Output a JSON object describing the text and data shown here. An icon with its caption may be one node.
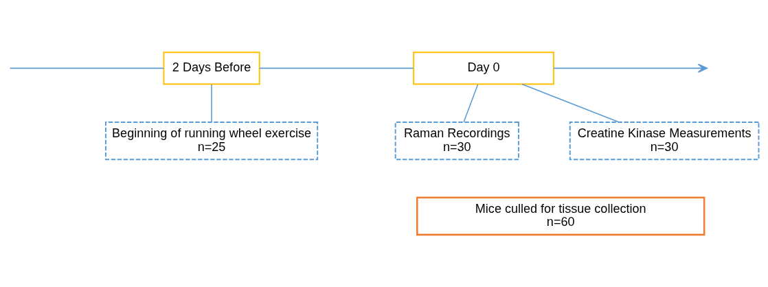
{
  "diagram": {
    "nodes": [
      {
        "text": [
          "2 Days Before"
        ]
      },
      {
        "text": [
          "Day 0"
        ]
      },
      {
        "text": [
          "Beginning of running wheel exercise",
          "n=25"
        ]
      },
      {
        "text": [
          "Raman Recordings",
          "n=30"
        ]
      },
      {
        "text": [
          "Creatine Kinase Measurements",
          "n=30"
        ]
      },
      {
        "text": [
          "Mice culled for tissue collection",
          "n=60"
        ]
      }
    ],
    "edges": [
      {
        "from": null,
        "to": 0,
        "arrow": "none"
      },
      {
        "from": 0,
        "to": 1,
        "arrow": "none"
      },
      {
        "from": 1,
        "to": null,
        "arrow": "to"
      },
      {
        "from": 0,
        "to": 2,
        "arrow": "none"
      },
      {
        "from": 1,
        "to": 3,
        "arrow": "none"
      },
      {
        "from": 1,
        "to": 4,
        "arrow": "none"
      }
    ]
  }
}
